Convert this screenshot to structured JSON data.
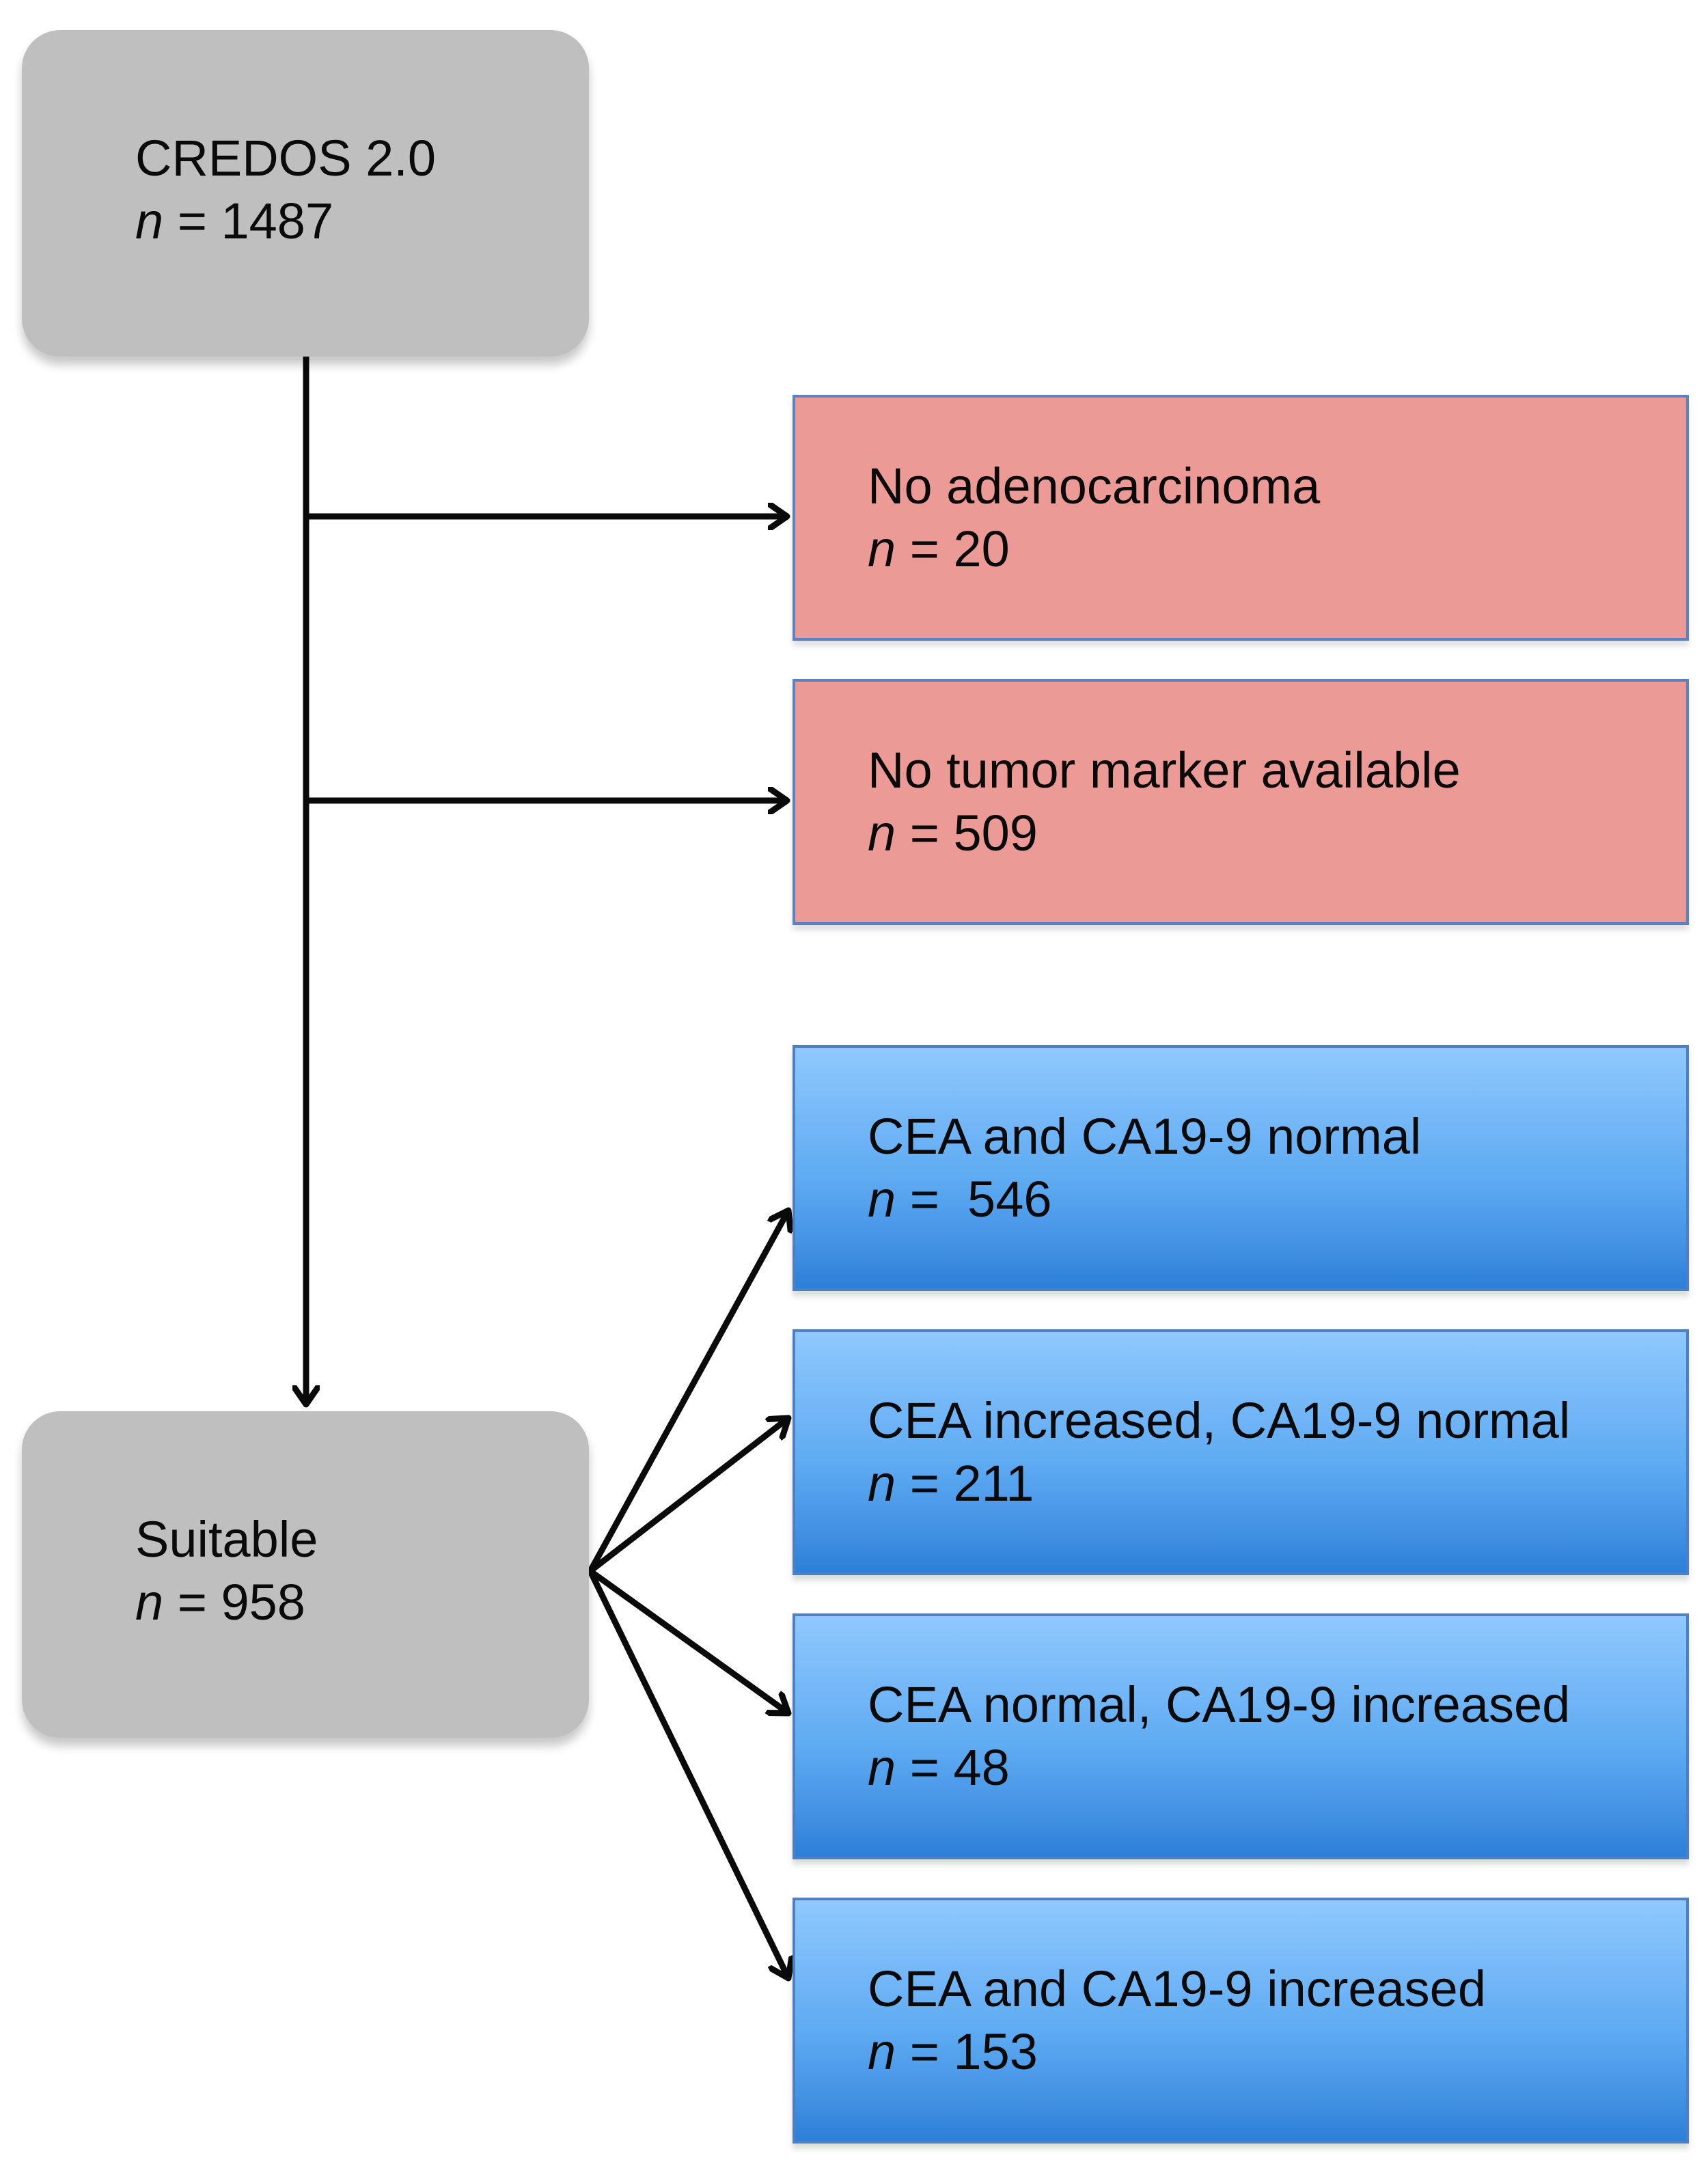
{
  "source": {
    "title": "CREDOS 2.0",
    "n_label": "n",
    "n_value": " = 1487"
  },
  "exclusions": [
    {
      "label": "No adenocarcinoma",
      "n_label": "n",
      "n_value": " = 20"
    },
    {
      "label": "No tumor marker available",
      "n_label": "n",
      "n_value": " = 509"
    }
  ],
  "suitable": {
    "title": "Suitable",
    "n_label": "n",
    "n_value": " = 958"
  },
  "groups": [
    {
      "label": "CEA and CA19-9 normal",
      "n_label": "n",
      "n_value": " =  546"
    },
    {
      "label": "CEA increased, CA19-9 normal",
      "n_label": "n",
      "n_value": " = 211"
    },
    {
      "label": "CEA normal, CA19-9 increased",
      "n_label": "n",
      "n_value": " = 48"
    },
    {
      "label": "CEA and CA19-9 increased",
      "n_label": "n",
      "n_value": " = 153"
    }
  ],
  "colors": {
    "source_box": "#bfbfc0",
    "exclusion_box": "#ec9a96",
    "group_box": "#5eaaf2",
    "connector": "#0a0a0a"
  }
}
